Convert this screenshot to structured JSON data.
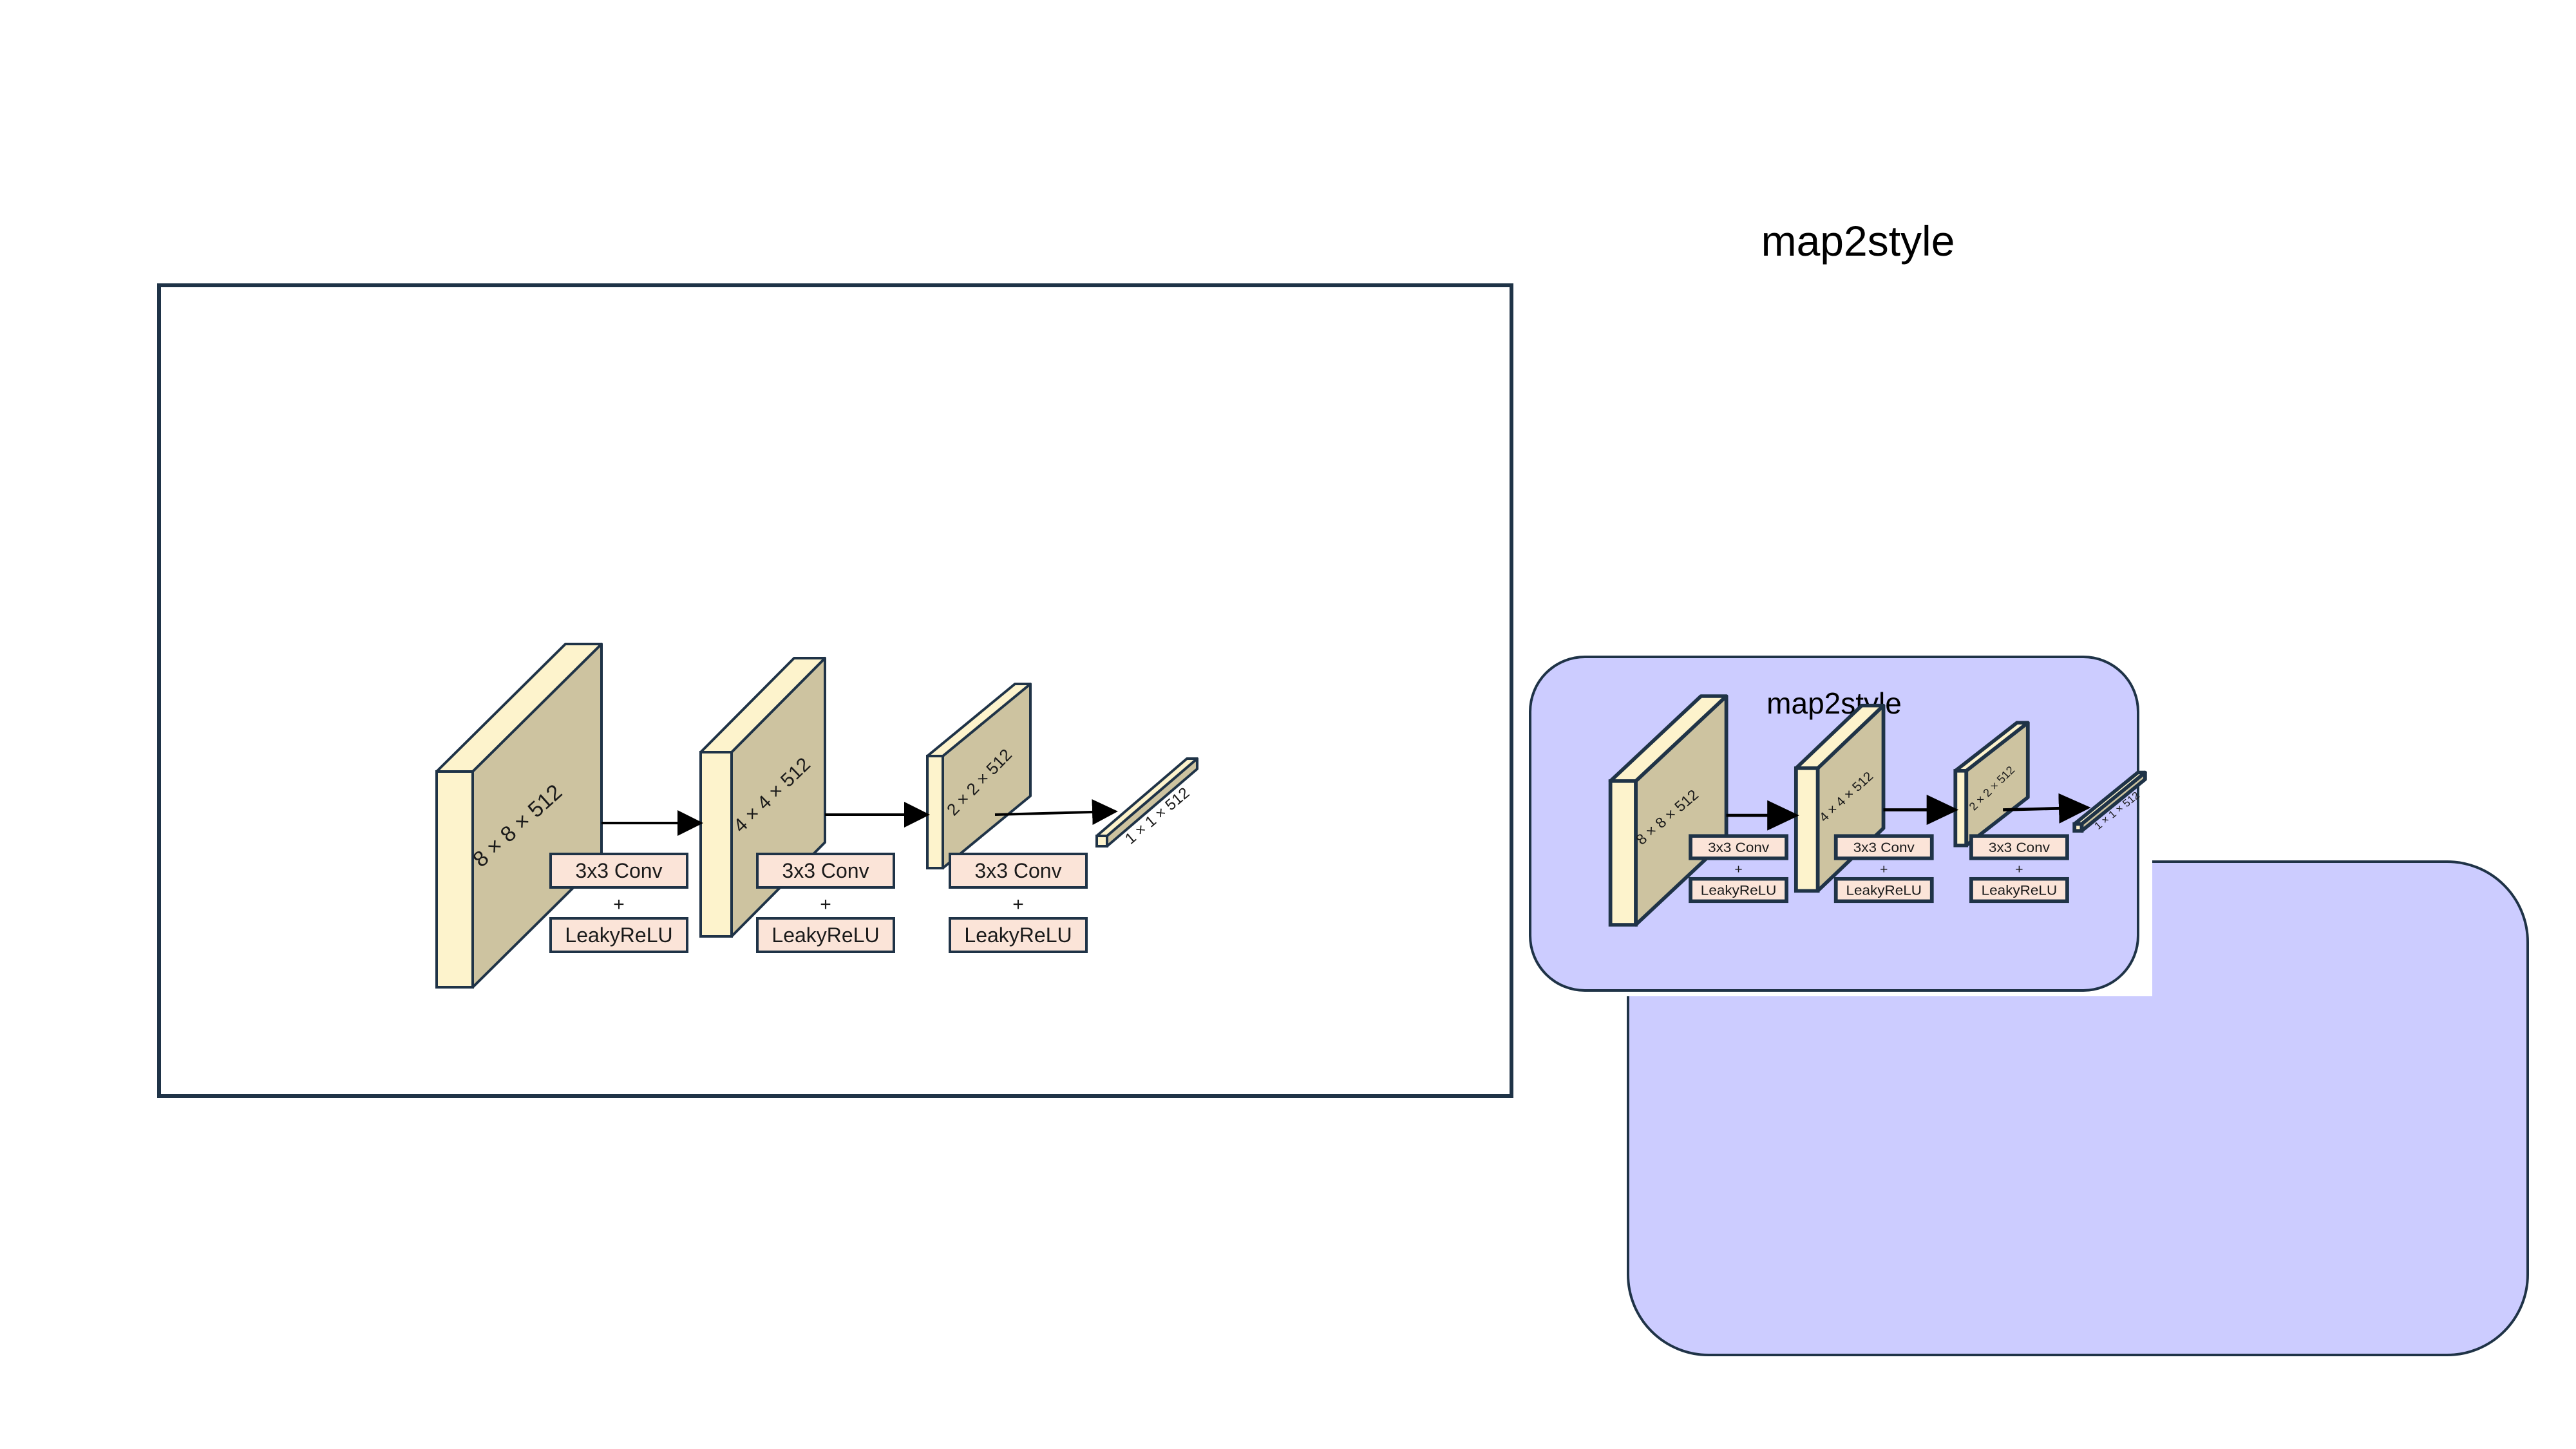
{
  "slide": {
    "title": "map2style"
  },
  "diagram": {
    "layers": [
      {
        "label": "8 × 8 × 512"
      },
      {
        "label": "4 × 4 × 512"
      },
      {
        "label": "2 × 2 × 512"
      },
      {
        "label": "1 × 1 × 512"
      }
    ],
    "ops": [
      {
        "conv": "3x3 Conv",
        "plus": "+",
        "act": "LeakyReLU"
      },
      {
        "conv": "3x3 Conv",
        "plus": "+",
        "act": "LeakyReLU"
      },
      {
        "conv": "3x3 Conv",
        "plus": "+",
        "act": "LeakyReLU"
      }
    ]
  },
  "inset": {
    "title": "map2style"
  },
  "colors": {
    "block_front": "#fdf3cc",
    "block_side": "#cdc3a0",
    "block_stroke": "#1f3347",
    "op_fill": "#fbe4d8",
    "panel_fill": "#ccccff",
    "panel_stroke": "#1f3347",
    "frame_stroke": "#1f3347"
  }
}
